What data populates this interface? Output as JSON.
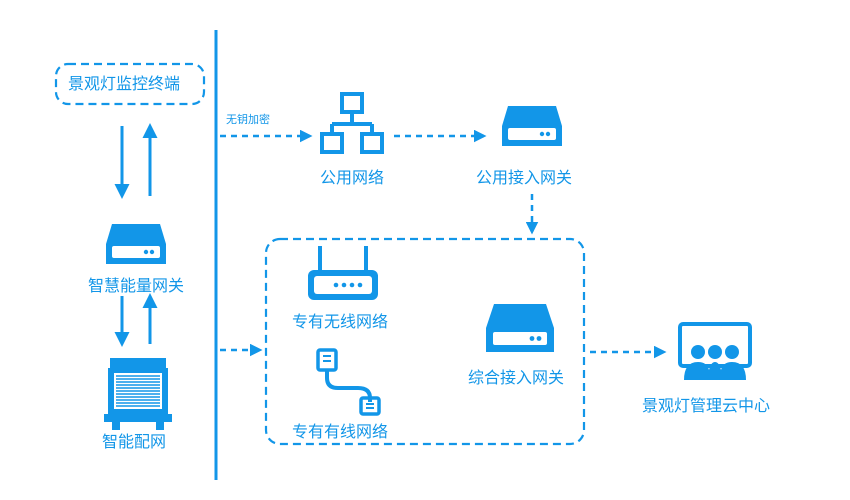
{
  "colors": {
    "primary": "#1296e8",
    "background": "#ffffff"
  },
  "labels": {
    "terminal_box": "景观灯监控终端",
    "smart_gateway": "智慧能量网关",
    "smart_distribution": "智能配网",
    "encryption": "无钥加密",
    "public_network": "公用网络",
    "public_access_gateway": "公用接入网关",
    "private_wireless": "专有无线网络",
    "private_wired": "专有有线网络",
    "integrated_access_gateway": "综合接入网关",
    "cloud_center": "景观灯管理云中心"
  },
  "icons": [
    "server-icon",
    "network-topology-icon",
    "router-icon",
    "cable-icon",
    "distribution-cabinet-icon",
    "monitor-users-icon"
  ]
}
